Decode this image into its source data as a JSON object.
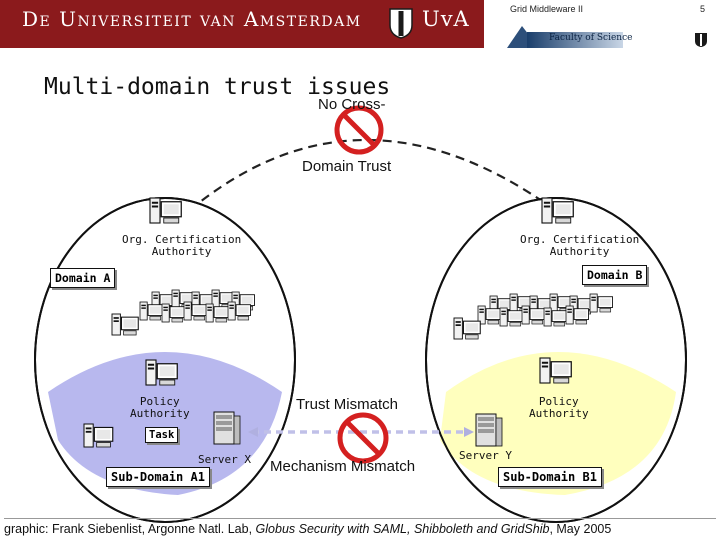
{
  "header": {
    "university_name": "De Universiteit van Amsterdam",
    "uva_logo": "UvA",
    "slide_header": "Grid Middleware II",
    "page_number": "5",
    "faculty_logo": "Faculty of Science",
    "colors": {
      "banner": "#8b1a1c",
      "crest": "#1a1a1a"
    }
  },
  "slide": {
    "title": "Multi-domain trust issues"
  },
  "diagram": {
    "cross_domain_line1": "No Cross-",
    "cross_domain_line2": "Domain Trust",
    "left_ca": "Org. Certification\nAuthority",
    "right_ca": "Org. Certification\nAuthority",
    "domain_a": "Domain A",
    "domain_b": "Domain B",
    "left_policy": "Policy\nAuthority",
    "right_policy": "Policy\nAuthority",
    "task": "Task",
    "server_x": "Server X",
    "server_y": "Server Y",
    "subdomain_a1": "Sub-Domain A1",
    "subdomain_b1": "Sub-Domain B1",
    "trust_mismatch": "Trust Mismatch",
    "mechanism_mismatch": "Mechanism Mismatch",
    "colors": {
      "subdomain_a1": "#b8b8ee",
      "subdomain_b1": "#ffffbe",
      "prohibition": "#d42020",
      "dashed_line": "#222222"
    },
    "icons": [
      "computer-icon",
      "server-icon",
      "prohibition-icon"
    ]
  },
  "credit": {
    "prefix": "graphic: Frank Siebenlist, Argonne Natl. Lab, ",
    "title": "Globus Security with SAML, Shibboleth and GridShib",
    "suffix": ", May 2005"
  }
}
